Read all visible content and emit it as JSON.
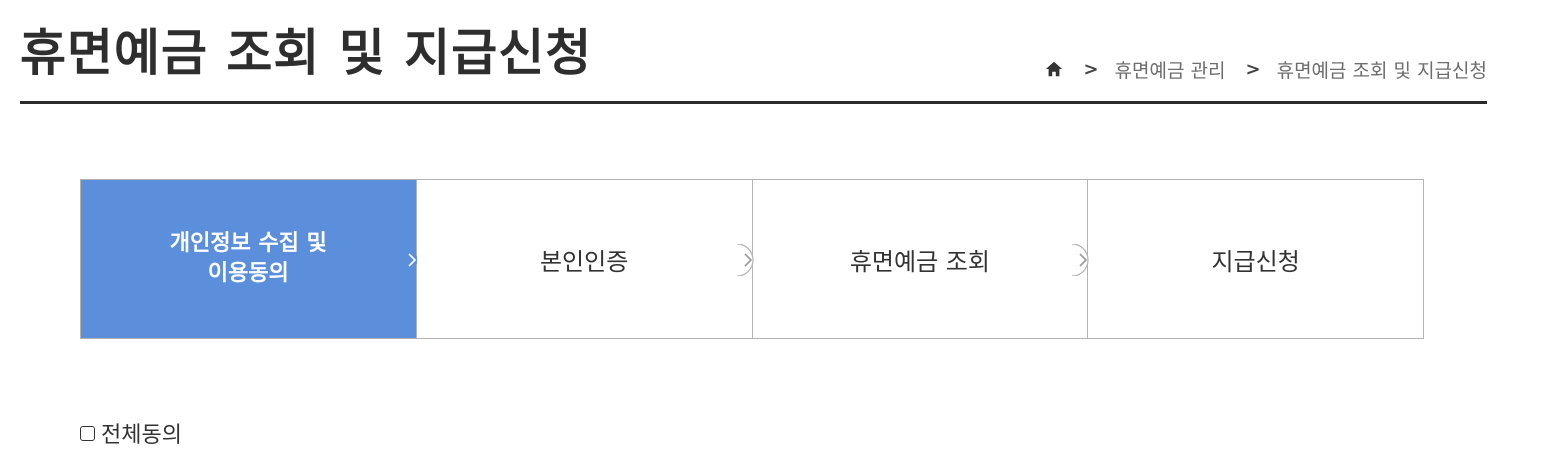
{
  "header": {
    "title": "휴면예금 조회 및 지급신청",
    "breadcrumb": {
      "home_icon": "home-icon",
      "separator": ">",
      "items": [
        "휴면예금 관리",
        "휴면예금 조회 및 지급신청"
      ]
    }
  },
  "steps": {
    "active_index": 0,
    "active_color": "#5b8fdb",
    "items": [
      {
        "label": "개인정보 수집 및\n이용동의"
      },
      {
        "label": "본인인증"
      },
      {
        "label": "휴면예금 조회"
      },
      {
        "label": "지급신청"
      }
    ]
  },
  "agreement": {
    "all_label": "전체동의",
    "checked": false
  }
}
